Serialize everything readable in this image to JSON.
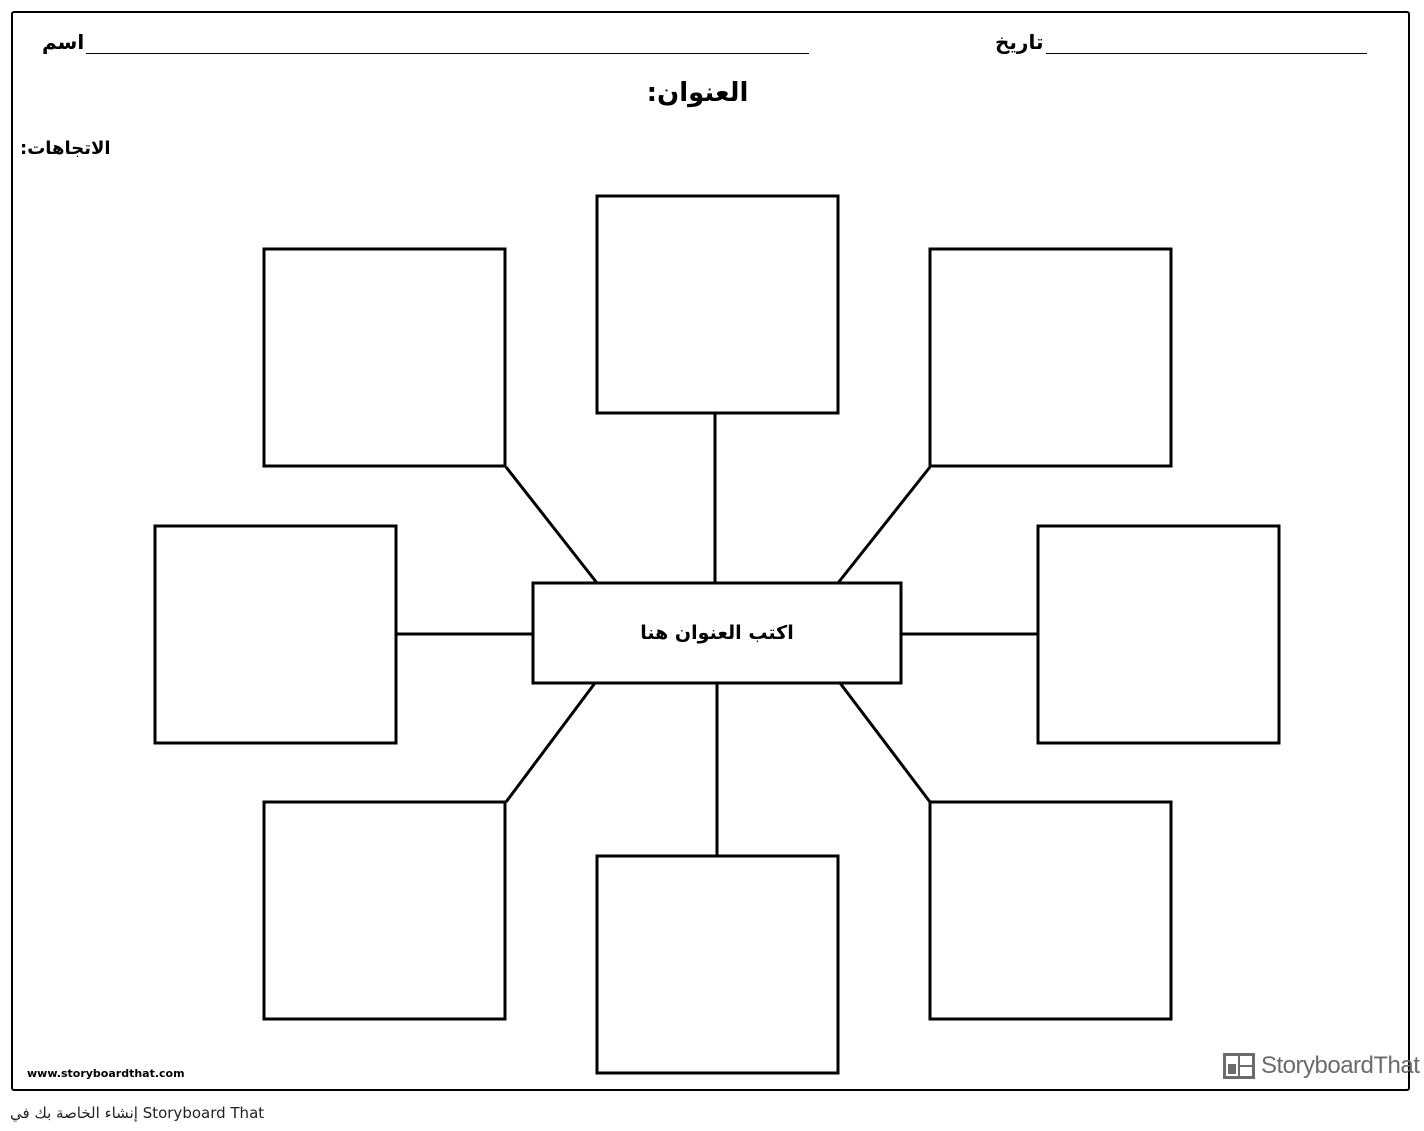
{
  "header": {
    "name_label": "اسم",
    "date_label": "تاريخ",
    "title": ":العنوان",
    "directions": ":الاتجاهات"
  },
  "diagram": {
    "center_text": "اكتب العنوان هنا",
    "outer_box_count": 8
  },
  "branding": {
    "url": "www.storyboardthat.com",
    "logo_text": "StoryboardThat",
    "footer": "إنشاء الخاصة بك في Storyboard That"
  },
  "colors": {
    "stroke": "#000000",
    "logo": "#6b6b6b"
  }
}
